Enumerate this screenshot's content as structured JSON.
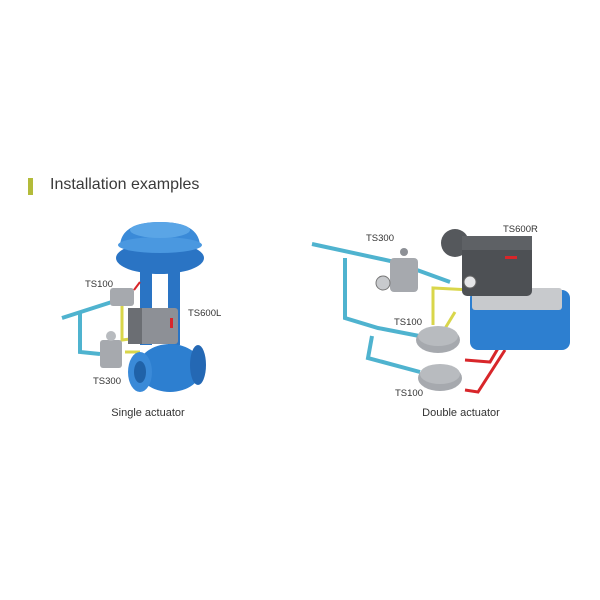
{
  "section": {
    "title": "Installation examples",
    "accent_color": "#b3bb3a"
  },
  "examples": [
    {
      "caption": "Single actuator",
      "labels": {
        "ts100": "TS100",
        "positioner": "TS600L",
        "ts300": "TS300"
      }
    },
    {
      "caption": "Double actuator",
      "labels": {
        "ts300": "TS300",
        "positioner": "TS600R",
        "ts100_top": "TS100",
        "ts100_bottom": "TS100"
      }
    }
  ],
  "colors": {
    "actuator_blue": "#2d7fd0",
    "supply_pipe": "#4fb3cf",
    "signal_pipe": "#d9d64a",
    "output_pipe": "#d8262a",
    "device_gray": "#8d9096"
  }
}
